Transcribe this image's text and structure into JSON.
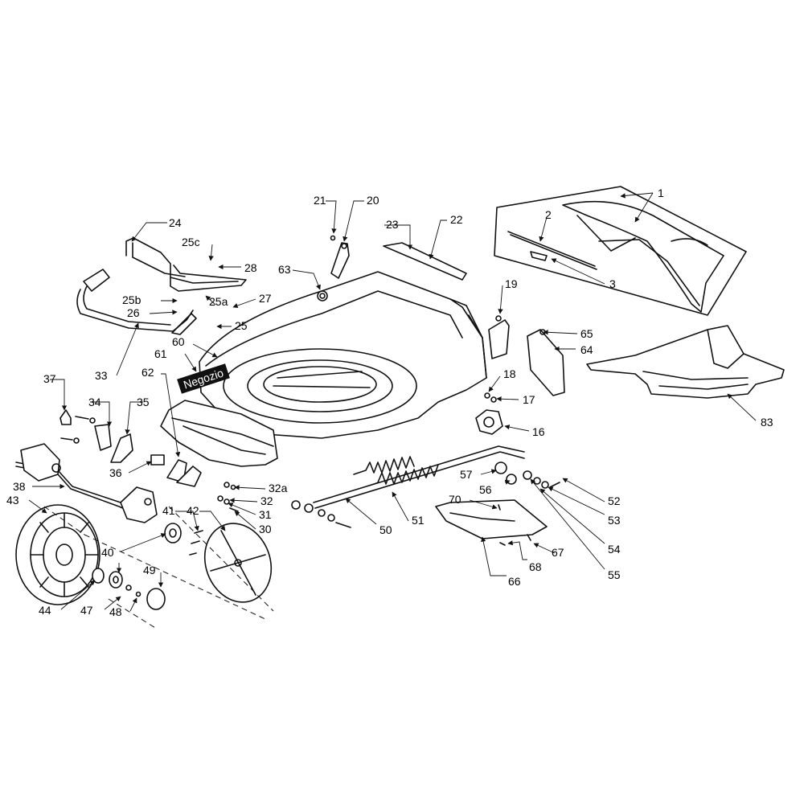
{
  "logo_text": "Negozio",
  "callouts": [
    {
      "id": "c1",
      "text": "1"
    },
    {
      "id": "c2",
      "text": "2"
    },
    {
      "id": "c3",
      "text": "3"
    },
    {
      "id": "c16",
      "text": "16"
    },
    {
      "id": "c17",
      "text": "17"
    },
    {
      "id": "c18",
      "text": "18"
    },
    {
      "id": "c19",
      "text": "19"
    },
    {
      "id": "c20",
      "text": "20"
    },
    {
      "id": "c21",
      "text": "21"
    },
    {
      "id": "c22",
      "text": "22"
    },
    {
      "id": "c23",
      "text": "23"
    },
    {
      "id": "c24",
      "text": "24"
    },
    {
      "id": "c25c",
      "text": "25c"
    },
    {
      "id": "c28",
      "text": "28"
    },
    {
      "id": "c25b",
      "text": "25b"
    },
    {
      "id": "c25a",
      "text": "25a"
    },
    {
      "id": "c27",
      "text": "27"
    },
    {
      "id": "c26",
      "text": "26"
    },
    {
      "id": "c25",
      "text": "25"
    },
    {
      "id": "c33",
      "text": "33"
    },
    {
      "id": "c60",
      "text": "60"
    },
    {
      "id": "c61",
      "text": "61"
    },
    {
      "id": "c62",
      "text": "62"
    },
    {
      "id": "c63",
      "text": "63"
    },
    {
      "id": "c64",
      "text": "64"
    },
    {
      "id": "c65",
      "text": "65"
    },
    {
      "id": "c83",
      "text": "83"
    },
    {
      "id": "c37",
      "text": "37"
    },
    {
      "id": "c34",
      "text": "34"
    },
    {
      "id": "c35",
      "text": "35"
    },
    {
      "id": "c36",
      "text": "36"
    },
    {
      "id": "c38",
      "text": "38"
    },
    {
      "id": "c43",
      "text": "43"
    },
    {
      "id": "c41",
      "text": "41"
    },
    {
      "id": "c42",
      "text": "42"
    },
    {
      "id": "c32a",
      "text": "32a"
    },
    {
      "id": "c32",
      "text": "32"
    },
    {
      "id": "c31",
      "text": "31"
    },
    {
      "id": "c30",
      "text": "30"
    },
    {
      "id": "c40",
      "text": "40"
    },
    {
      "id": "c49",
      "text": "49"
    },
    {
      "id": "c44",
      "text": "44"
    },
    {
      "id": "c47",
      "text": "47"
    },
    {
      "id": "c48",
      "text": "48"
    },
    {
      "id": "c50",
      "text": "50"
    },
    {
      "id": "c51",
      "text": "51"
    },
    {
      "id": "c57",
      "text": "57"
    },
    {
      "id": "c56",
      "text": "56"
    },
    {
      "id": "c52",
      "text": "52"
    },
    {
      "id": "c53",
      "text": "53"
    },
    {
      "id": "c54",
      "text": "54"
    },
    {
      "id": "c55",
      "text": "55"
    },
    {
      "id": "c70",
      "text": "70"
    },
    {
      "id": "c67",
      "text": "67"
    },
    {
      "id": "c68",
      "text": "68"
    },
    {
      "id": "c66",
      "text": "66"
    }
  ]
}
